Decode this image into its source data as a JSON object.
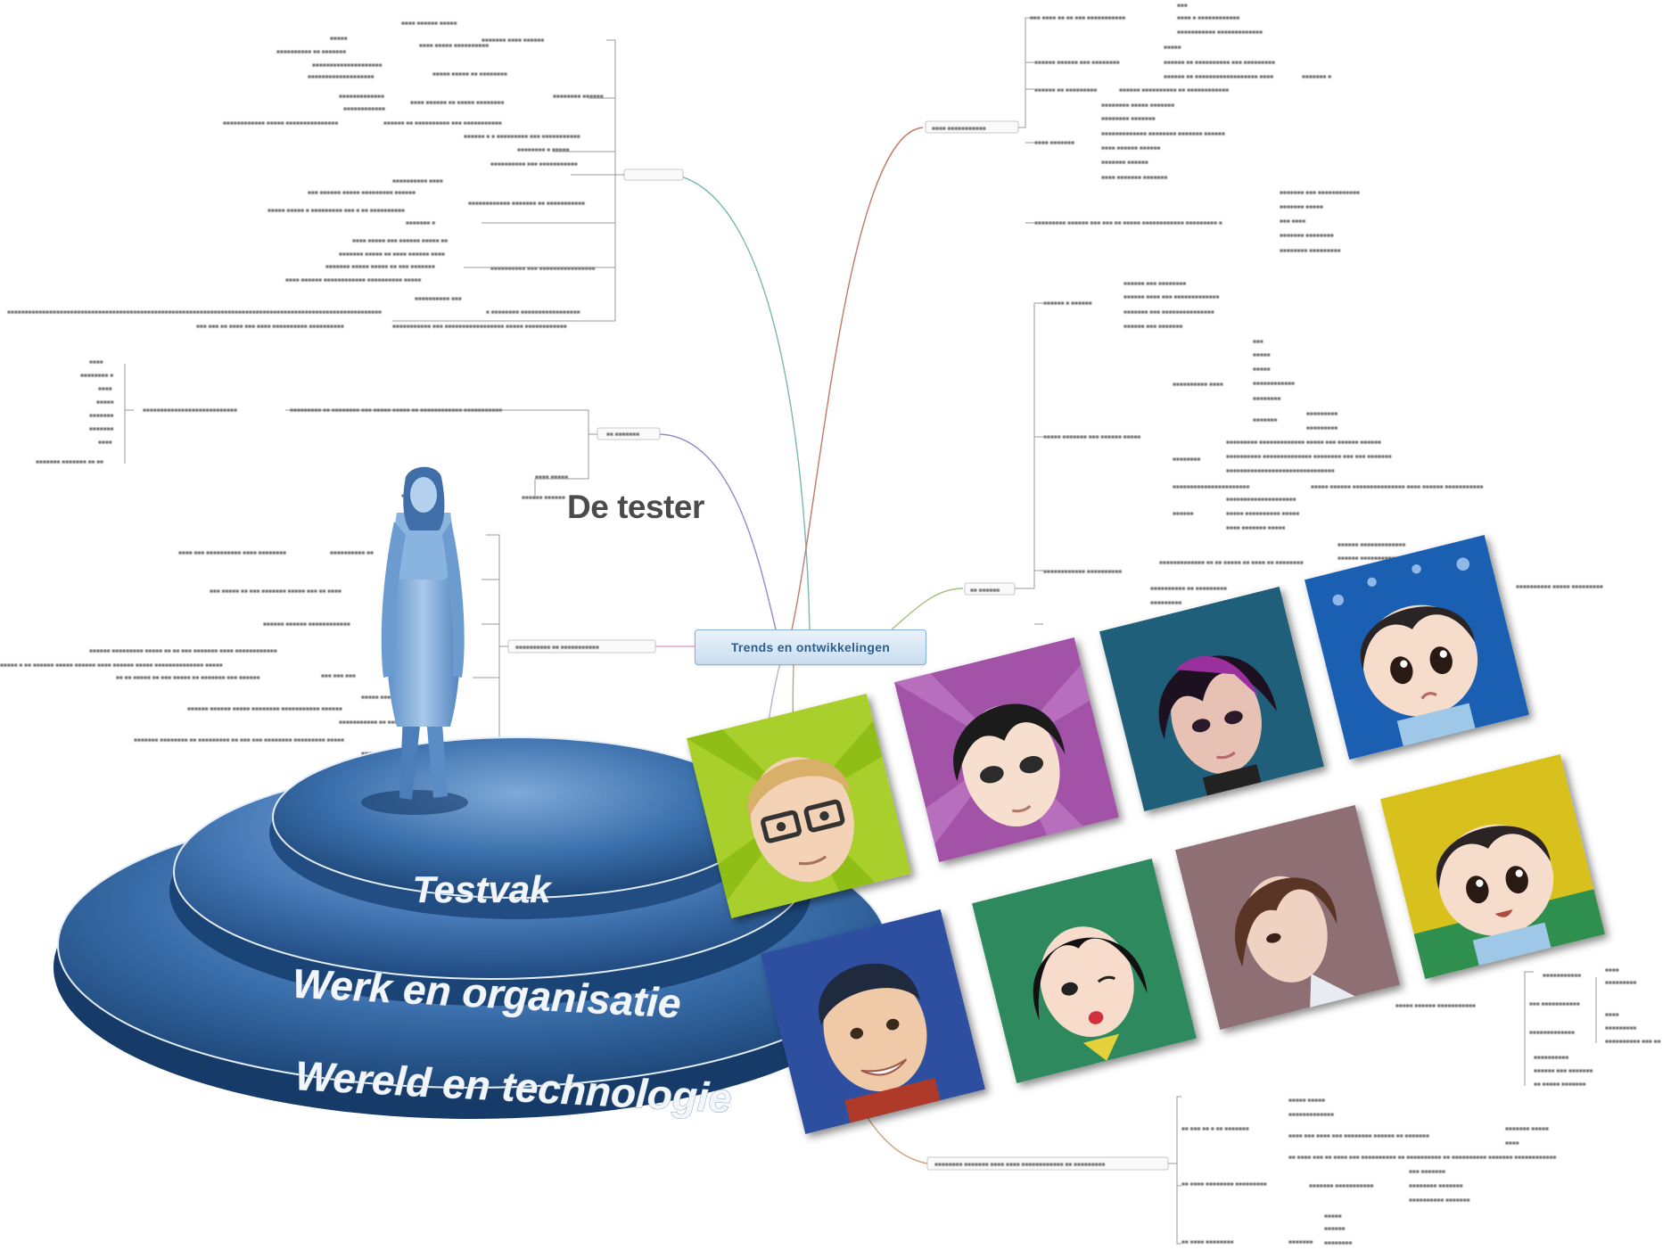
{
  "diagram": {
    "title": "De tester",
    "central_topic": "Trends en ontwikkelingen",
    "platform_layers": [
      "Testvak",
      "Werk en organisatie",
      "Wereld en technologie"
    ]
  },
  "colors": {
    "platform_dark": "#1e4f86",
    "platform_mid": "#3d72ad",
    "platform_light": "#7aa6d6",
    "central_fill": "#d7e6f5",
    "central_text": "#2f5d8e",
    "edge_teal": "#79b8b0",
    "edge_red": "#c2786a",
    "edge_purple": "#9a86c7",
    "edge_green": "#9ec27e",
    "edge_pink": "#e1a3cf"
  },
  "avatars": [
    {
      "name": "avatar-blond-glasses",
      "background": "#a8cf2c"
    },
    {
      "name": "avatar-black-hair-purple",
      "background": "#a253a8"
    },
    {
      "name": "avatar-emo-teal",
      "background": "#1f5f7a"
    },
    {
      "name": "avatar-chibi-blue",
      "background": "#1b5fb3"
    },
    {
      "name": "avatar-man-blue",
      "background": "#2e4fa0"
    },
    {
      "name": "avatar-girl-green",
      "background": "#2e8a5e"
    },
    {
      "name": "avatar-brown-hair-mauve",
      "background": "#8e6f74"
    },
    {
      "name": "avatar-chibi-yellow",
      "background": "#d8c11c"
    }
  ]
}
